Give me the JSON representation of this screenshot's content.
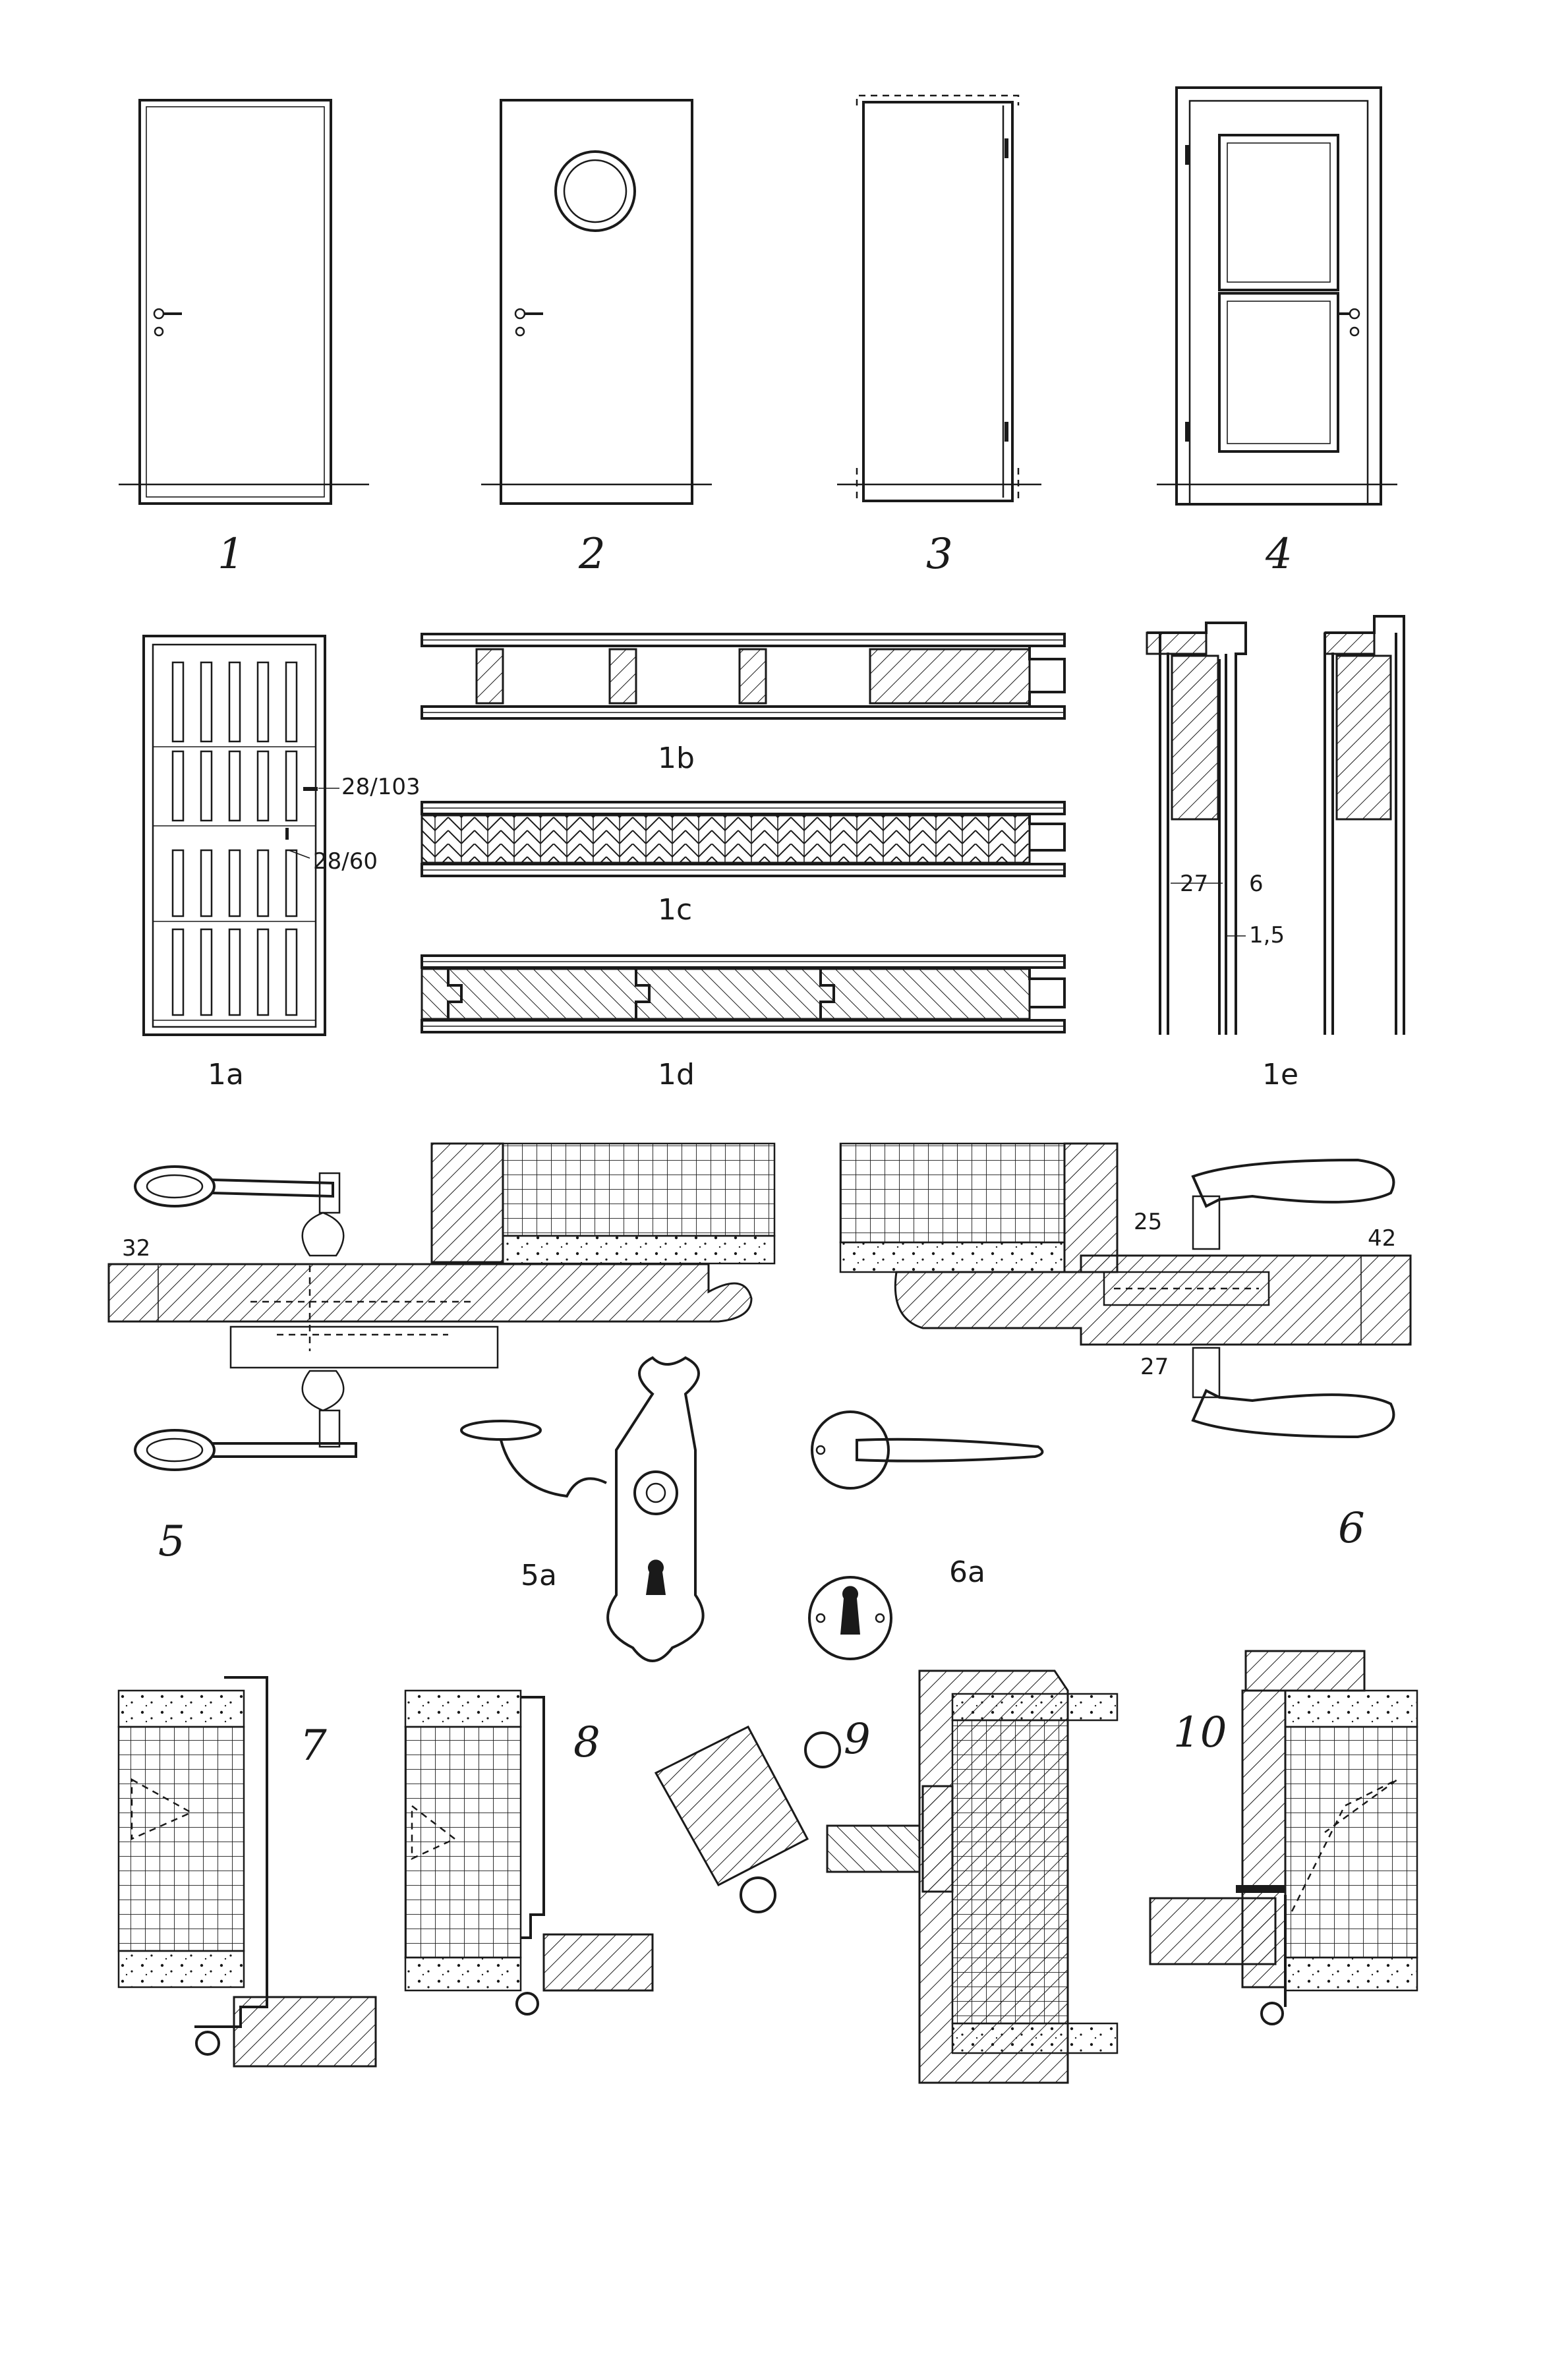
{
  "figure_labels": {
    "f1": "1",
    "f2": "2",
    "f3": "3",
    "f4": "4",
    "f1a": "1a",
    "f1b": "1b",
    "f1c": "1c",
    "f1d": "1d",
    "f1e": "1e",
    "f5": "5",
    "f5a": "5a",
    "f6": "6",
    "f6a": "6a",
    "f7": "7",
    "f8": "8",
    "f9": "9",
    "f10": "10"
  },
  "dimensions": {
    "d1a_upper": "28/103",
    "d1a_lower": "28/60",
    "d1e_27": "27",
    "d1e_6": "6",
    "d1e_15": "1,5",
    "d5_32": "32",
    "d6_25": "25",
    "d6_42": "42",
    "d6_27": "27"
  },
  "colors": {
    "ink": "#1a1a1a",
    "paper": "#ffffff"
  }
}
